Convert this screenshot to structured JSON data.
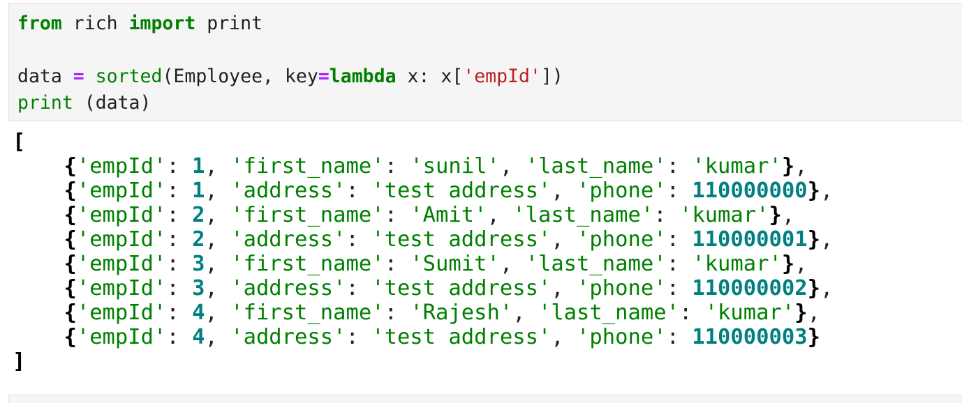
{
  "input_cell": {
    "lines": [
      [
        {
          "t": "from",
          "c": "kw"
        },
        {
          "t": " rich ",
          "c": ""
        },
        {
          "t": "import",
          "c": "kw"
        },
        {
          "t": " print",
          "c": ""
        }
      ],
      [],
      [
        {
          "t": "data ",
          "c": ""
        },
        {
          "t": "=",
          "c": "op"
        },
        {
          "t": " ",
          "c": ""
        },
        {
          "t": "sorted",
          "c": "bi"
        },
        {
          "t": "(Employee, key",
          "c": ""
        },
        {
          "t": "=",
          "c": "op"
        },
        {
          "t": "lambda",
          "c": "kw"
        },
        {
          "t": " x: x[",
          "c": ""
        },
        {
          "t": "'empId'",
          "c": "str"
        },
        {
          "t": "])",
          "c": ""
        }
      ],
      [
        {
          "t": "print",
          "c": "bi"
        },
        {
          "t": " (data)",
          "c": ""
        }
      ]
    ]
  },
  "output": {
    "open_bracket": "[",
    "close_bracket": "]",
    "indent": "    ",
    "records": [
      {
        "empId": 1,
        "f1": "first_name",
        "v1": "sunil",
        "f2": "last_name",
        "v2": "kumar",
        "v2_is_num": false
      },
      {
        "empId": 1,
        "f1": "address",
        "v1": "test address",
        "f2": "phone",
        "v2": 110000000,
        "v2_is_num": true
      },
      {
        "empId": 2,
        "f1": "first_name",
        "v1": "Amit",
        "f2": "last_name",
        "v2": "kumar",
        "v2_is_num": false
      },
      {
        "empId": 2,
        "f1": "address",
        "v1": "test address",
        "f2": "phone",
        "v2": 110000001,
        "v2_is_num": true
      },
      {
        "empId": 3,
        "f1": "first_name",
        "v1": "Sumit",
        "f2": "last_name",
        "v2": "kumar",
        "v2_is_num": false
      },
      {
        "empId": 3,
        "f1": "address",
        "v1": "test address",
        "f2": "phone",
        "v2": 110000002,
        "v2_is_num": true
      },
      {
        "empId": 4,
        "f1": "first_name",
        "v1": "Rajesh",
        "f2": "last_name",
        "v2": "kumar",
        "v2_is_num": false
      },
      {
        "empId": 4,
        "f1": "address",
        "v1": "test address",
        "f2": "phone",
        "v2": 110000003,
        "v2_is_num": true
      }
    ]
  },
  "colors": {
    "keyword": "#008000",
    "operator": "#aa22ff",
    "string": "#ba2121",
    "output_string": "#008000",
    "output_number": "#008080",
    "cell_background": "#f5f5f5"
  }
}
